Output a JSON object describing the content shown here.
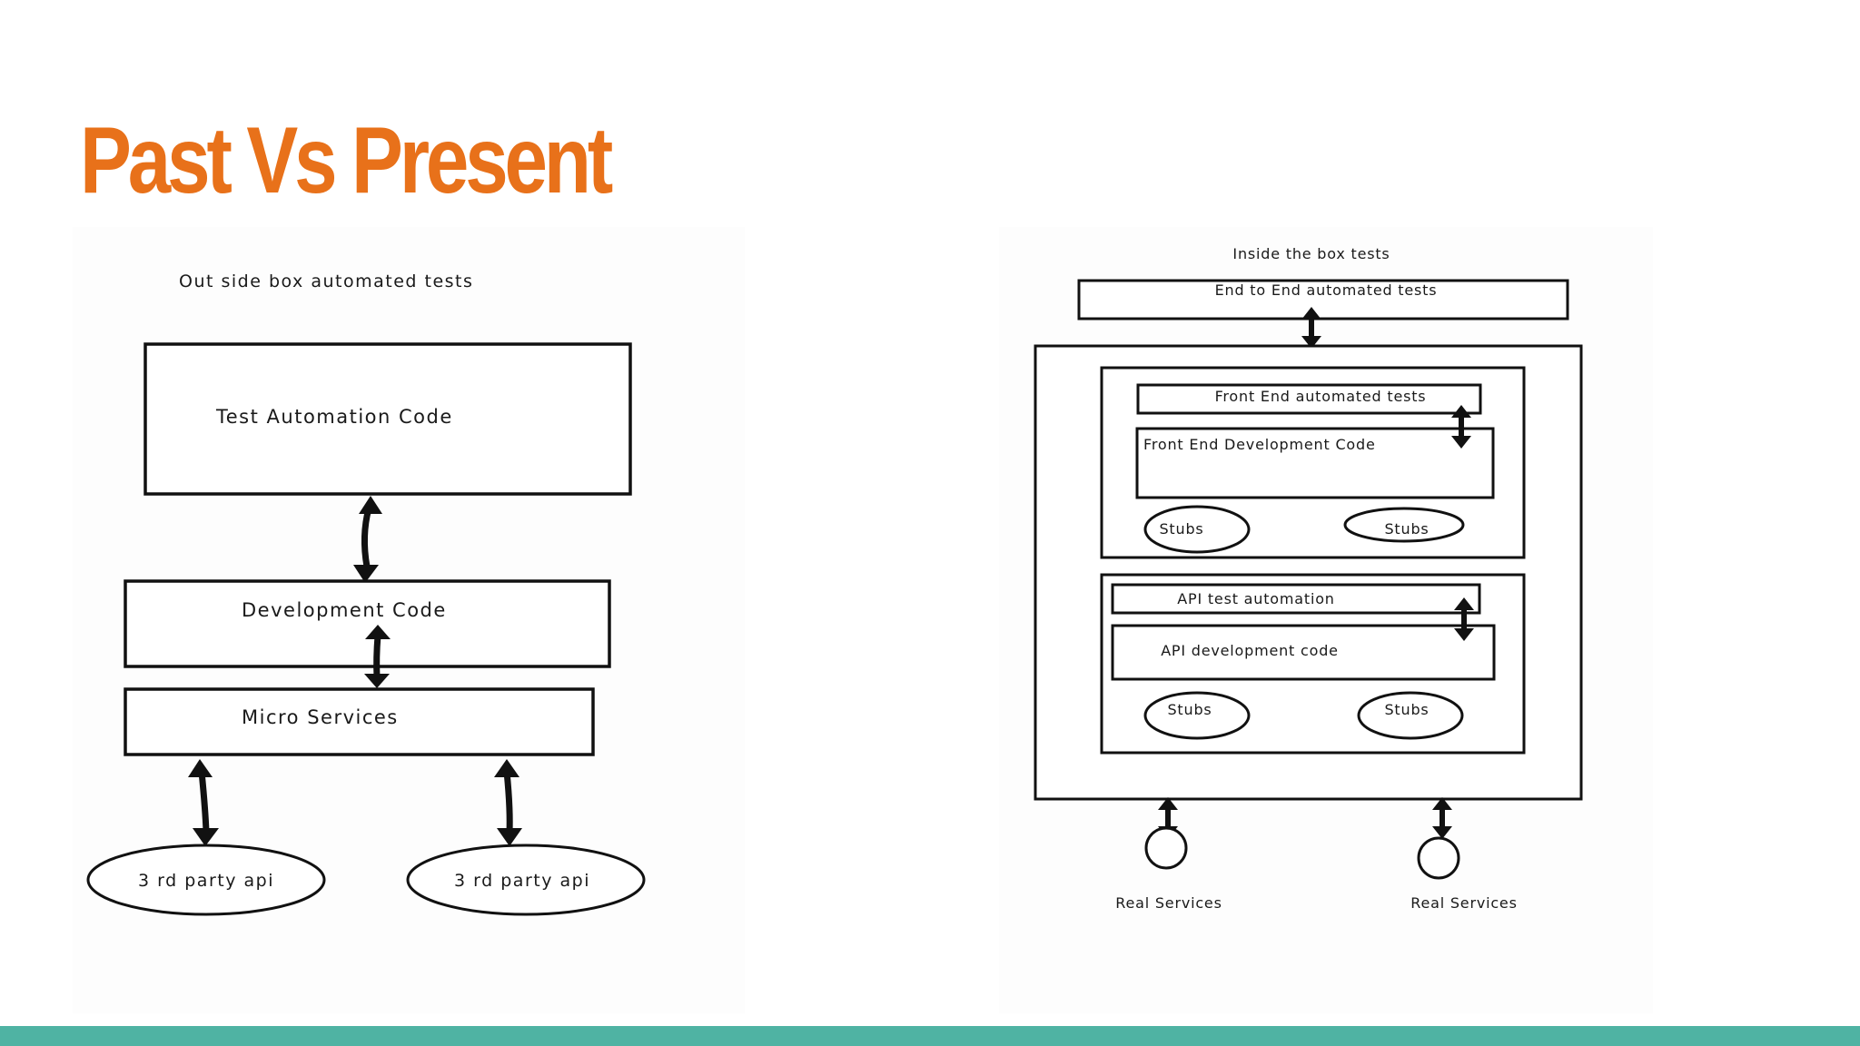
{
  "slide": {
    "title": "Past Vs Present",
    "accent_color": "#e8711a",
    "footer_color": "#4fb3a3"
  },
  "past": {
    "caption": "Out side box automated tests",
    "test_code": "Test Automation Code",
    "dev_code": "Development Code",
    "micro_services": "Micro Services",
    "third_party": [
      "3 rd party api",
      "3 rd party api"
    ]
  },
  "present": {
    "caption": "Inside the box tests",
    "e2e": "End to End automated tests",
    "frontend": {
      "tests": "Front End automated tests",
      "code": "Front End Development Code",
      "stubs": [
        "Stubs",
        "Stubs"
      ]
    },
    "api": {
      "tests": "API test automation",
      "code": "API development code",
      "stubs": [
        "Stubs",
        "Stubs"
      ]
    },
    "real_services": [
      "Real Services",
      "Real Services"
    ]
  }
}
